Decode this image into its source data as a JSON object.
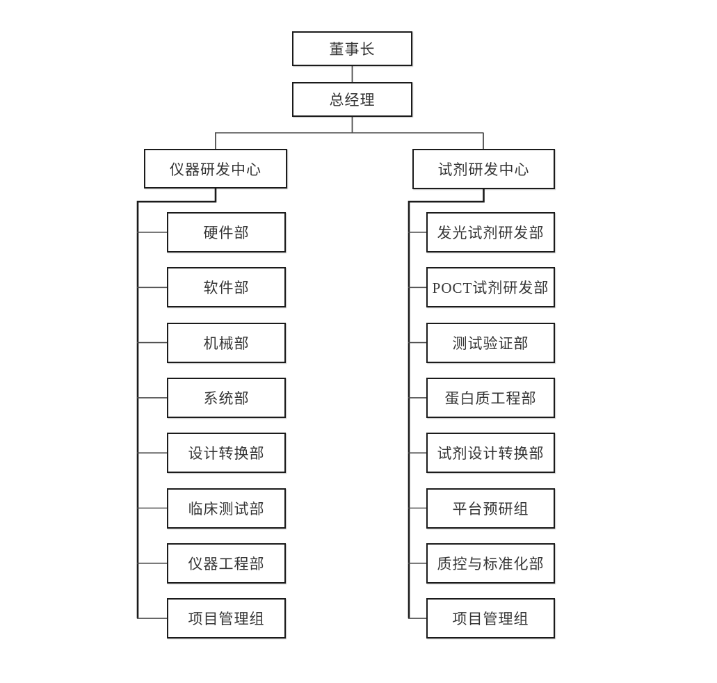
{
  "org_chart": {
    "chairman": {
      "label": "董事长"
    },
    "general_manager": {
      "label": "总经理"
    },
    "branches": [
      {
        "label": "仪器研发中心",
        "children": [
          "硬件部",
          "软件部",
          "机械部",
          "系统部",
          "设计转换部",
          "临床测试部",
          "仪器工程部",
          "项目管理组"
        ]
      },
      {
        "label": "试剂研发中心",
        "children": [
          "发光试剂研发部",
          "POCT试剂研发部",
          "测试验证部",
          "蛋白质工程部",
          "试剂设计转换部",
          "平台预研组",
          "质控与标准化部",
          "项目管理组"
        ]
      }
    ],
    "colors": {
      "background": "#ffffff",
      "box_border": "#1b1b1b",
      "box_fill": "#ffffff",
      "text": "#353535",
      "connector": "#4c4c4c",
      "spine": "#1a1a1a"
    }
  }
}
